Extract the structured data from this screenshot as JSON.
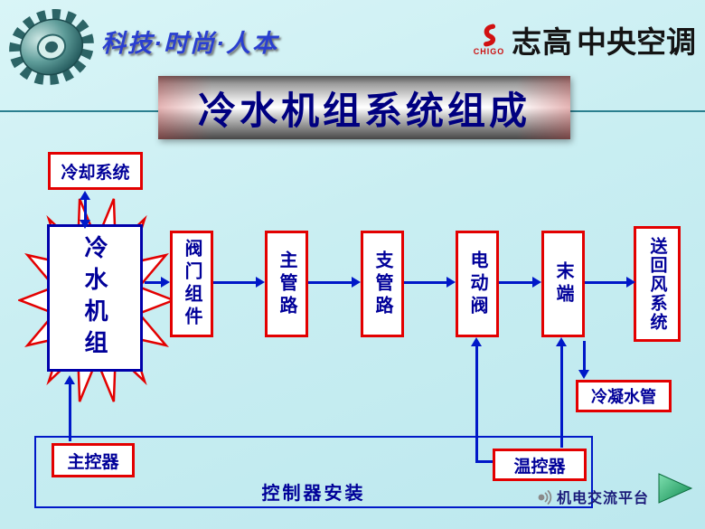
{
  "header": {
    "slogan": "科技·时尚·人本",
    "brand_chigo": "CHIGO",
    "brand_name": "志高",
    "brand_suffix": "中央空调",
    "title": "冷水机组系统组成"
  },
  "diagram": {
    "cooling_system_label": "冷却系统",
    "chiller_label": "冷水机组",
    "flow_boxes": [
      {
        "label": "阀门组件"
      },
      {
        "label": "主管路"
      },
      {
        "label": "支管路"
      },
      {
        "label": "电动阀"
      },
      {
        "label": "末端"
      },
      {
        "label": "送回风系统"
      }
    ],
    "condensate_label": "冷凝水管",
    "controller_section": {
      "title": "控制器安装",
      "main_controller": "主控器",
      "thermostat": "温控器"
    }
  },
  "footer": {
    "watermark": "机电交流平台"
  },
  "colors": {
    "accent_red": "#e30000",
    "accent_blue": "#0018c8",
    "text_blue": "#000099",
    "title_blue": "#000080",
    "background_cyan": "#c9eef2",
    "brand_red": "#cc1111",
    "triangle_green": "#22aa66"
  }
}
